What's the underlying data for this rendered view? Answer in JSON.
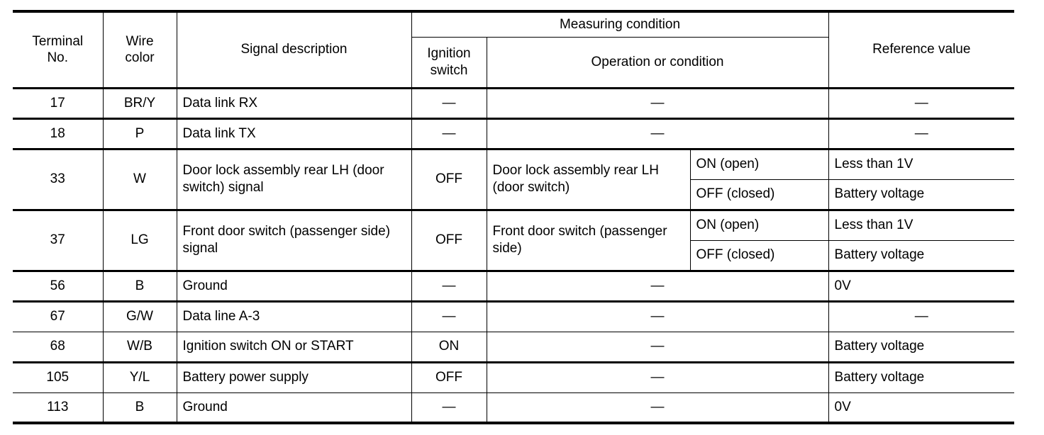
{
  "document": {
    "type": "wiring-terminal-reference-table",
    "columns": {
      "terminal_no": "Terminal\nNo.",
      "terminal_no_line1": "Terminal",
      "terminal_no_line2": "No.",
      "wire_color_line1": "Wire",
      "wire_color_line2": "color",
      "signal_description": "Signal description",
      "measuring_condition": "Measuring condition",
      "ignition_switch_line1": "Ignition",
      "ignition_switch_line2": "switch",
      "operation_or_condition": "Operation or condition",
      "reference_value": "Reference value"
    },
    "symbols": {
      "dash": "—"
    },
    "rows": [
      {
        "terminal_no": "17",
        "wire_color": "BR/Y",
        "signal_description": "Data link RX",
        "ignition_switch": "—",
        "operation_or_condition": "—",
        "reference_value": "—",
        "sub_rows": []
      },
      {
        "terminal_no": "18",
        "wire_color": "P",
        "signal_description": "Data link TX",
        "ignition_switch": "—",
        "operation_or_condition": "—",
        "reference_value": "—",
        "sub_rows": []
      },
      {
        "terminal_no": "33",
        "wire_color": "W",
        "signal_description": "Door lock assembly rear LH (door switch) signal",
        "ignition_switch": "OFF",
        "operation_or_condition": "Door lock assembly rear LH (door switch)",
        "sub_rows": [
          {
            "state": "ON (open)",
            "reference_value": "Less than 1V"
          },
          {
            "state": "OFF (closed)",
            "reference_value": "Battery voltage"
          }
        ]
      },
      {
        "terminal_no": "37",
        "wire_color": "LG",
        "signal_description": "Front door switch (passenger side) signal",
        "ignition_switch": "OFF",
        "operation_or_condition": "Front door switch (passenger side)",
        "sub_rows": [
          {
            "state": "ON (open)",
            "reference_value": "Less than 1V"
          },
          {
            "state": "OFF (closed)",
            "reference_value": "Battery voltage"
          }
        ]
      },
      {
        "terminal_no": "56",
        "wire_color": "B",
        "signal_description": "Ground",
        "ignition_switch": "—",
        "operation_or_condition": "—",
        "reference_value": "0V",
        "sub_rows": []
      },
      {
        "terminal_no": "67",
        "wire_color": "G/W",
        "signal_description": "Data line A-3",
        "ignition_switch": "—",
        "operation_or_condition": "—",
        "reference_value": "—",
        "sub_rows": []
      },
      {
        "terminal_no": "68",
        "wire_color": "W/B",
        "signal_description": "Ignition switch ON or START",
        "ignition_switch": "ON",
        "operation_or_condition": "—",
        "reference_value": "Battery voltage",
        "sub_rows": []
      },
      {
        "terminal_no": "105",
        "wire_color": "Y/L",
        "signal_description": "Battery power supply",
        "ignition_switch": "OFF",
        "operation_or_condition": "—",
        "reference_value": "Battery voltage",
        "sub_rows": []
      },
      {
        "terminal_no": "113",
        "wire_color": "B",
        "signal_description": "Ground",
        "ignition_switch": "—",
        "operation_or_condition": "—",
        "reference_value": "0V",
        "sub_rows": []
      }
    ]
  }
}
